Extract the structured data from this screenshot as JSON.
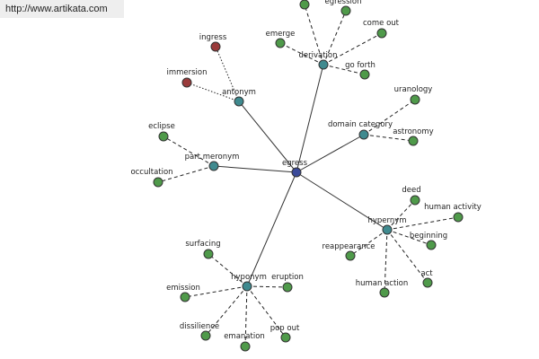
{
  "banner": {
    "text": "http://www.artikata.com"
  },
  "colors": {
    "center": "#3b4a9a",
    "relation": "#3f8a8f",
    "term": "#4f9a4a",
    "antonym_term": "#9a3b3b"
  },
  "graph": {
    "center": {
      "id": "egress",
      "label": "egress"
    },
    "relations": [
      {
        "id": "derivation",
        "label": "derivation",
        "terms": [
          {
            "id": "egression",
            "label": "egression",
            "color": "term"
          },
          {
            "id": "come-out",
            "label": "come out",
            "color": "term"
          },
          {
            "id": "emerge",
            "label": "emerge",
            "color": "term"
          },
          {
            "id": "go-forth",
            "label": "go forth",
            "color": "term"
          },
          {
            "id": "derivation-top",
            "label": "",
            "color": "term"
          }
        ]
      },
      {
        "id": "antonym",
        "label": "antonym",
        "terms": [
          {
            "id": "ingress",
            "label": "ingress",
            "color": "antonym_term"
          },
          {
            "id": "immersion",
            "label": "immersion",
            "color": "antonym_term"
          }
        ]
      },
      {
        "id": "domain-category",
        "label": "domain category",
        "terms": [
          {
            "id": "uranology",
            "label": "uranology",
            "color": "term"
          },
          {
            "id": "astronomy",
            "label": "astronomy",
            "color": "term"
          }
        ]
      },
      {
        "id": "part-meronym",
        "label": "part meronym",
        "terms": [
          {
            "id": "eclipse",
            "label": "eclipse",
            "color": "term"
          },
          {
            "id": "occultation",
            "label": "occultation",
            "color": "term"
          }
        ]
      },
      {
        "id": "hypernym",
        "label": "hypernym",
        "terms": [
          {
            "id": "deed",
            "label": "deed",
            "color": "term"
          },
          {
            "id": "human-activity",
            "label": "human activity",
            "color": "term"
          },
          {
            "id": "beginning",
            "label": "beginning",
            "color": "term"
          },
          {
            "id": "reappearance",
            "label": "reappearance",
            "color": "term"
          },
          {
            "id": "act",
            "label": "act",
            "color": "term"
          },
          {
            "id": "human-action",
            "label": "human action",
            "color": "term"
          }
        ]
      },
      {
        "id": "hyponym",
        "label": "hyponym",
        "terms": [
          {
            "id": "surfacing",
            "label": "surfacing",
            "color": "term"
          },
          {
            "id": "eruption",
            "label": "eruption",
            "color": "term"
          },
          {
            "id": "emission",
            "label": "emission",
            "color": "term"
          },
          {
            "id": "dissilience",
            "label": "dissilience",
            "color": "term"
          },
          {
            "id": "emanation",
            "label": "emanation",
            "color": "term"
          },
          {
            "id": "pop-out",
            "label": "pop out",
            "color": "term"
          }
        ]
      }
    ]
  }
}
